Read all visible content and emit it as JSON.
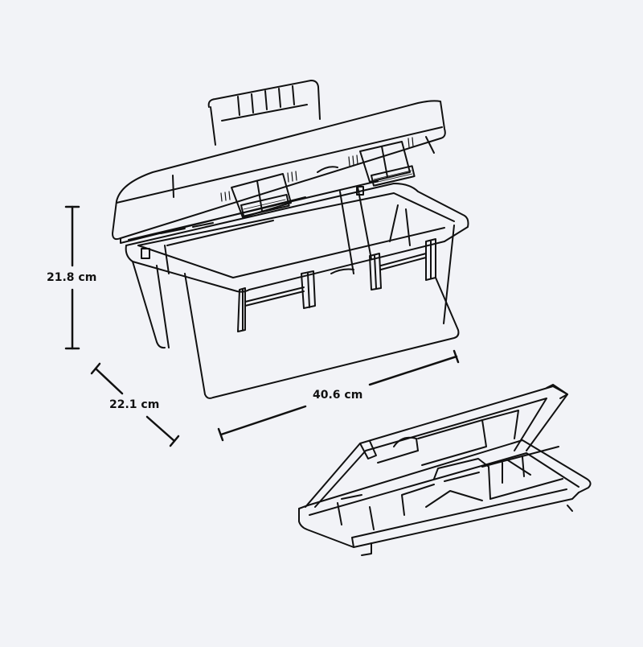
{
  "diagram": {
    "type": "product-dimension-drawing",
    "subject": "toolbox with removable tray",
    "background_color": "#f2f3f7",
    "line_color": "#111111",
    "dimensions": {
      "height": {
        "label": "21.8 cm",
        "value": 21.8,
        "unit": "cm"
      },
      "depth": {
        "label": "22.1 cm",
        "value": 22.1,
        "unit": "cm"
      },
      "length": {
        "label": "40.6 cm",
        "value": 40.6,
        "unit": "cm"
      }
    },
    "components": [
      {
        "name": "toolbox",
        "state": "lid open",
        "features": [
          "carry handle",
          "lid",
          "two latches",
          "base"
        ]
      },
      {
        "name": "removable tray",
        "state": "lid open",
        "features": [
          "compartments",
          "hinged lid",
          "clips"
        ]
      }
    ]
  }
}
